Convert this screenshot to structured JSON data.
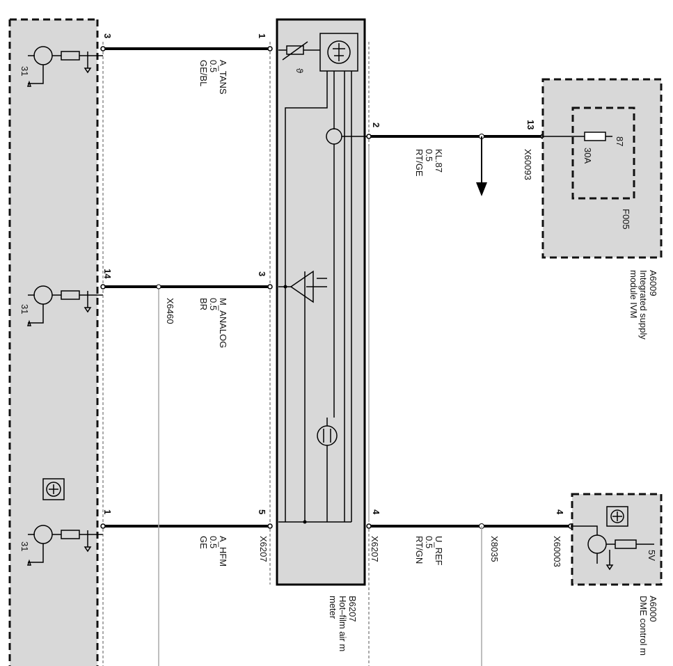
{
  "modules": {
    "left_module": {
      "ground_label": "31"
    },
    "sensor": {
      "id": "B6207",
      "name_line1": "Hot–film air m",
      "name_line2": "meter",
      "connector": "X6207"
    },
    "supply_module": {
      "id": "A6009",
      "name_line1": "Integrated supply",
      "name_line2": "module IVM",
      "fuse_id": "F005",
      "fuse_rating": "30A",
      "fuse_terminal": "87",
      "connector": "X60093",
      "pin": "13"
    },
    "dme": {
      "id": "A6000",
      "name": "DME control m",
      "connector": "X60003",
      "pin": "4",
      "voltage": "5V"
    }
  },
  "wires": [
    {
      "name": "A_TANS",
      "size": "0.5",
      "color": "GE/BL",
      "left_pin": "3",
      "sensor_pin": "1"
    },
    {
      "name": "M_ANALOG",
      "size": "0.5",
      "color": "BR",
      "left_pin": "14",
      "sensor_pin": "3",
      "splice": "X6460"
    },
    {
      "name": "A_HFM",
      "size": "0.5",
      "color": "GE",
      "left_pin": "1",
      "sensor_pin": "5",
      "connector": "X6207"
    },
    {
      "name": "KL.87",
      "size": "0.5",
      "color": "RT/GE",
      "sensor_pin": "2"
    },
    {
      "name": "U_REF",
      "size": "0.5",
      "color": "RT/GN",
      "sensor_pin": "4",
      "splice": "X8035",
      "connector": "X6207"
    }
  ],
  "symbols": {
    "theta": "ϑ"
  }
}
